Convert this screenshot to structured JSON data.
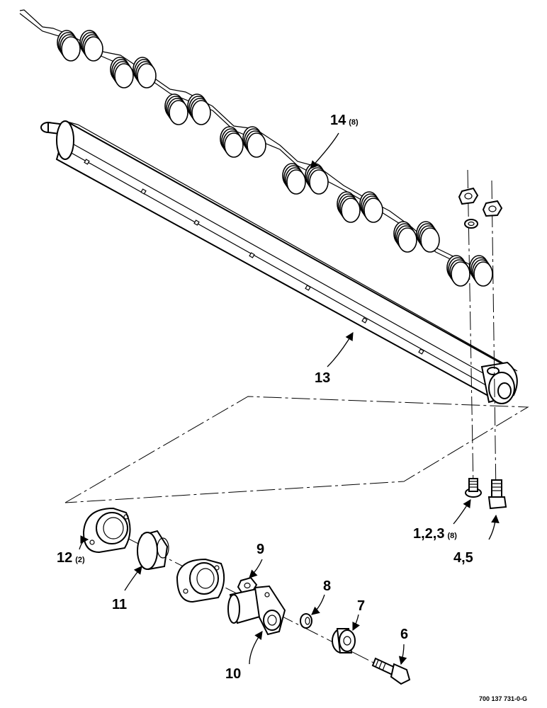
{
  "callouts": [
    {
      "id": "c1",
      "main": "1,2,3",
      "qty": "(8)"
    },
    {
      "id": "c4",
      "main": "4,5",
      "qty": ""
    },
    {
      "id": "c6",
      "main": "6",
      "qty": ""
    },
    {
      "id": "c7",
      "main": "7",
      "qty": ""
    },
    {
      "id": "c8",
      "main": "8",
      "qty": ""
    },
    {
      "id": "c9",
      "main": "9",
      "qty": ""
    },
    {
      "id": "c10",
      "main": "10",
      "qty": ""
    },
    {
      "id": "c11",
      "main": "11",
      "qty": ""
    },
    {
      "id": "c12",
      "main": "12",
      "qty": "(2)"
    },
    {
      "id": "c13",
      "main": "13",
      "qty": ""
    },
    {
      "id": "c14",
      "main": "14",
      "qty": "(8)"
    }
  ],
  "figure_code": "700 137 731-0-G",
  "colors": {
    "ink": "#000000",
    "paper": "#ffffff"
  },
  "icons": {
    "arrowhead": "filled-triangle"
  }
}
